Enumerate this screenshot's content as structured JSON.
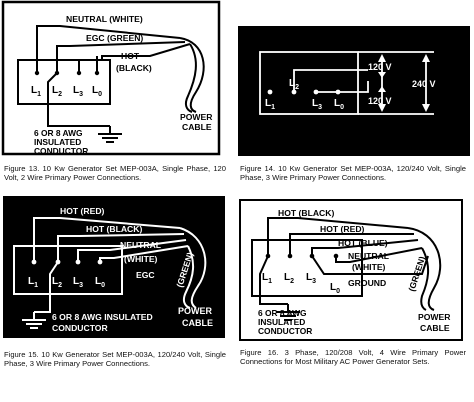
{
  "fig13": {
    "neutral": "NEUTRAL (WHITE)",
    "egc": "EGC (GREEN)",
    "hot": "HOT",
    "black": "(BLACK)",
    "terminals": [
      "L",
      "L",
      "L",
      "L"
    ],
    "subs": [
      "1",
      "2",
      "3",
      "0"
    ],
    "awg1": "6 OR 8 AWG",
    "awg2": "INSULATED",
    "awg3": "CONDUCTOR",
    "power": "POWER",
    "cable": "CABLE",
    "caption": "Figure 13. 10 Kw Generator Set MEP-003A, Single Phase, 120 Volt, 2 Wire Primary Power Connections."
  },
  "fig14": {
    "terminals": [
      "L",
      "L",
      "L",
      "L"
    ],
    "subs": [
      "1",
      "2",
      "3",
      "0"
    ],
    "v_top": "120 V",
    "v_bottom": "120 V",
    "v_total": "240 V",
    "caption": "Figure 14. 10 Kw Generator Set MEP-003A, 120/240 Volt, Single Phase, 3 Wire Primary Power Connections."
  },
  "fig15": {
    "hot_red": "HOT (RED)",
    "hot_black": "HOT (BLACK)",
    "neutral": "NEUTRAL",
    "white": "(WHITE)",
    "egc": "EGC",
    "green": "(GREEN)",
    "terminals": [
      "L",
      "L",
      "L",
      "L"
    ],
    "subs": [
      "1",
      "2",
      "3",
      "0"
    ],
    "awg1": "6 OR 8 AWG INSULATED",
    "awg2": "CONDUCTOR",
    "power": "POWER",
    "cable": "CABLE",
    "caption": "Figure 15. 10 Kw Generator Set MEP-003A, 120/240 Volt, Single Phase, 3 Wire Primary Power Connections."
  },
  "fig16": {
    "hot_black": "HOT (BLACK)",
    "hot_red": "HOT (RED)",
    "hot_blue": "HOT (BLUE)",
    "neutral": "NEUTRAL",
    "white": "(WHITE)",
    "ground": "GROUND",
    "green": "(GREEN)",
    "terminals": [
      "L",
      "L",
      "L",
      "L"
    ],
    "subs": [
      "1",
      "2",
      "3",
      "0"
    ],
    "awg1": "6 OR 8 AWG",
    "awg2": "INSULATED",
    "awg3": "CONDUCTOR",
    "power": "POWER",
    "cable": "CABLE",
    "caption": "Figure 16. 3 Phase, 120/208 Volt, 4 Wire Primary Power Connections for Most Military AC Power Generator Sets."
  }
}
